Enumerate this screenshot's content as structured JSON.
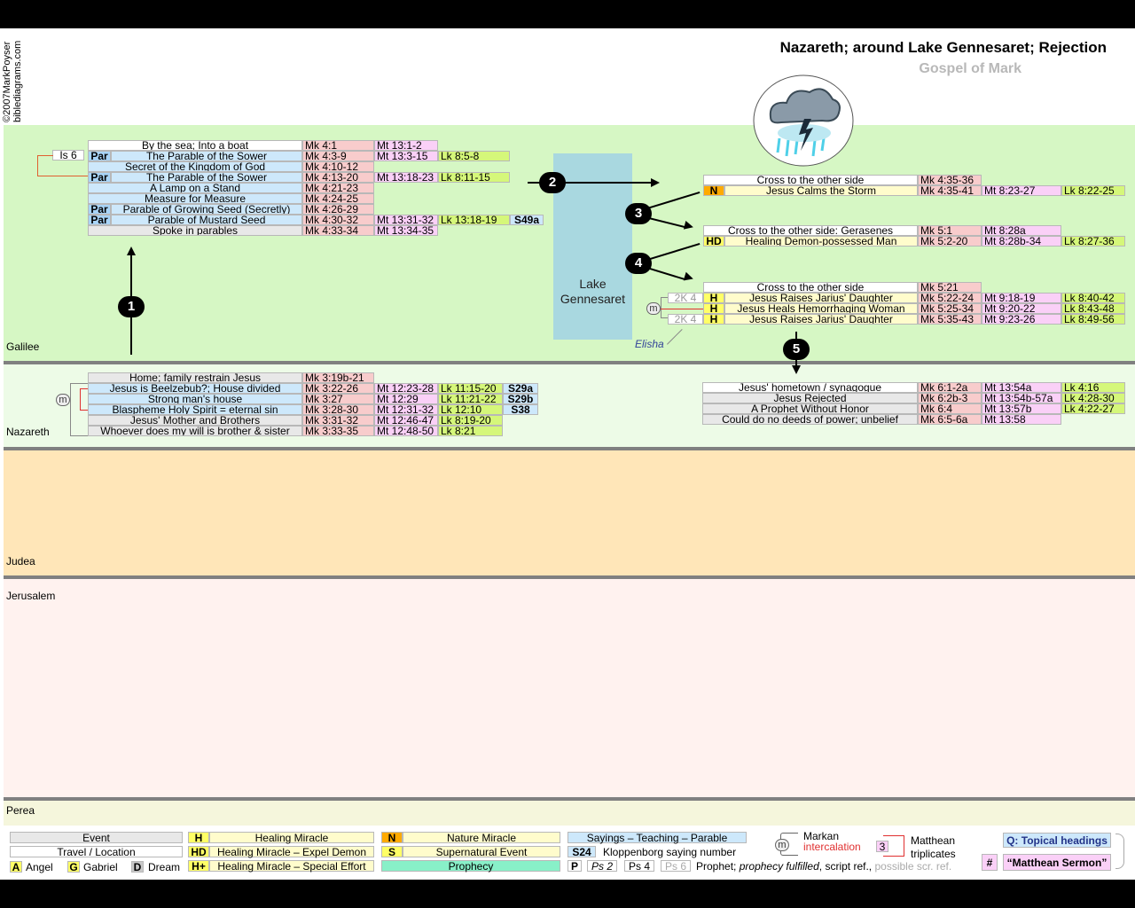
{
  "copyright": "©2007MarkPoyser",
  "site": "biblediagrams.com",
  "title": "Nazareth; around Lake Gennesaret; Rejection",
  "subtitle": "Gospel of Mark",
  "colors": {
    "galilee": "#d6f7c4",
    "nazareth": "#edfbe7",
    "judea": "#ffe6b8",
    "jerusalem": "#fff2ef",
    "perea": "#f5f6dc",
    "mark": "#f8cccc",
    "matt": "#fad0f7",
    "luke": "#d5f77a",
    "saying": "#cde8fb",
    "event": "#ffffff",
    "healing": "#fffccc",
    "badge_yellow": "#ffff66",
    "badge_orange": "#ffaa00",
    "badge_par": "#a8d4f7",
    "grey": "#e8e8e8",
    "lake": "#a9d8e0",
    "prophecy": "#88f0c8"
  },
  "regions": {
    "galilee": "Galilee",
    "nazareth": "Nazareth",
    "judea": "Judea",
    "jerusalem": "Jerusalem",
    "perea": "Perea"
  },
  "lake": {
    "line1": "Lake",
    "line2": "Gennesaret"
  },
  "steps": [
    "1",
    "2",
    "3",
    "4",
    "5"
  ],
  "is6": "Is 6",
  "elisha": "Elisha",
  "m": "m",
  "group_parables": [
    {
      "badge": "",
      "event": "By the sea; Into a boat",
      "mk": "Mk 4:1",
      "mt": "Mt 13:1-2",
      "lk": "",
      "s": ""
    },
    {
      "badge": "Par",
      "event": "The Parable of the Sower",
      "mk": "Mk 4:3-9",
      "mt": "Mt 13:3-15",
      "lk": "Lk 8:5-8",
      "s": ""
    },
    {
      "badge": "",
      "event": "Secret of the Kingdom of God",
      "mk": "Mk 4:10-12",
      "mt": "",
      "lk": "",
      "s": ""
    },
    {
      "badge": "Par",
      "event": "The Parable of the Sower",
      "mk": "Mk 4:13-20",
      "mt": "Mt 13:18-23",
      "lk": "Lk 8:11-15",
      "s": ""
    },
    {
      "badge": "",
      "event": "A Lamp on a Stand",
      "mk": "Mk 4:21-23",
      "mt": "",
      "lk": "",
      "s": ""
    },
    {
      "badge": "",
      "event": "Measure for Measure",
      "mk": "Mk 4:24-25",
      "mt": "",
      "lk": "",
      "s": ""
    },
    {
      "badge": "Par",
      "event": "Parable of Growing Seed (Secretly)",
      "mk": "Mk 4:26-29",
      "mt": "",
      "lk": "",
      "s": ""
    },
    {
      "badge": "Par",
      "event": "Parable of Mustard Seed",
      "mk": "Mk 4:30-32",
      "mt": "Mt 13:31-32",
      "lk": "Lk 13:18-19",
      "s": "S49a"
    },
    {
      "badge": "",
      "event": "Spoke in parables",
      "mk": "Mk 4:33-34",
      "mt": "Mt 13:34-35",
      "lk": "",
      "s": ""
    }
  ],
  "group_storm": [
    {
      "badge": "",
      "event": "Cross to the other side",
      "mk": "Mk 4:35-36",
      "mt": "",
      "lk": ""
    },
    {
      "badge": "N",
      "event": "Jesus Calms the Storm",
      "mk": "Mk 4:35-41",
      "mt": "Mt 8:23-27",
      "lk": "Lk 8:22-25"
    }
  ],
  "group_gerasenes": [
    {
      "badge": "",
      "event": "Cross to the other side: Gerasenes",
      "mk": "Mk 5:1",
      "mt": "Mt 8:28a",
      "lk": ""
    },
    {
      "badge": "HD",
      "event": "Healing Demon-possessed Man",
      "mk": "Mk 5:2-20",
      "mt": "Mt 8:28b-34",
      "lk": "Lk 8:27-36"
    }
  ],
  "group_jairus": [
    {
      "pre": "",
      "badge": "",
      "event": "Cross to the other side",
      "mk": "Mk 5:21",
      "mt": "",
      "lk": ""
    },
    {
      "pre": "2K 4",
      "badge": "H",
      "event": "Jesus Raises Jarius' Daughter",
      "mk": "Mk 5:22-24",
      "mt": "Mt 9:18-19",
      "lk": "Lk 8:40-42"
    },
    {
      "pre": "",
      "badge": "H",
      "event": "Jesus Heals Hemorrhaging Woman",
      "mk": "Mk 5:25-34",
      "mt": "Mt 9:20-22",
      "lk": "Lk 8:43-48"
    },
    {
      "pre": "2K 4",
      "badge": "H",
      "event": "Jesus Raises Jarius' Daughter",
      "mk": "Mk 5:35-43",
      "mt": "Mt 9:23-26",
      "lk": "Lk 8:49-56"
    }
  ],
  "group_hometown": [
    {
      "event": "Jesus' hometown / synagogue",
      "mk": "Mk 6:1-2a",
      "mt": "Mt 13:54a",
      "lk": "Lk 4:16"
    },
    {
      "event": "Jesus Rejected",
      "mk": "Mk 6:2b-3",
      "mt": "Mt 13:54b-57a",
      "lk": "Lk 4:28-30"
    },
    {
      "event": "A Prophet Without Honor",
      "mk": "Mk 6:4",
      "mt": "Mt 13:57b",
      "lk": "Lk 4:22-27"
    },
    {
      "event": "Could do no deeds of power; unbelief",
      "mk": "Mk 6:5-6a",
      "mt": "Mt 13:58",
      "lk": ""
    }
  ],
  "group_nazareth": [
    {
      "event": "Home; family restrain Jesus",
      "mk": "Mk 3:19b-21",
      "mt": "",
      "lk": "",
      "s": ""
    },
    {
      "event": "Jesus is Beelzebub?;  House divided",
      "mk": "Mk 3:22-26",
      "mt": "Mt 12:23-28",
      "lk": "Lk 11:15-20",
      "s": "S29a"
    },
    {
      "event": "Strong man's house",
      "mk": "Mk 3:27",
      "mt": "Mt 12:29",
      "lk": "Lk 11:21-22",
      "s": "S29b"
    },
    {
      "event": "Blaspheme Holy Spirit = eternal sin",
      "mk": "Mk 3:28-30",
      "mt": "Mt 12:31-32",
      "lk": "Lk 12:10",
      "s": "S38"
    },
    {
      "event": "Jesus' Mother and Brothers",
      "mk": "Mk 3:31-32",
      "mt": "Mt 12:46-47",
      "lk": "Lk 8:19-20",
      "s": ""
    },
    {
      "event": "Whoever does my will is brother & sister",
      "mk": "Mk 3:33-35",
      "mt": "Mt 12:48-50",
      "lk": "Lk 8:21",
      "s": ""
    }
  ],
  "legend": {
    "event": "Event",
    "travel": "Travel / Location",
    "angel_b": "A",
    "angel": "Angel",
    "gabriel_b": "G",
    "gabriel": "Gabriel",
    "dream_b": "D",
    "dream": "Dream",
    "h_b": "H",
    "h": "Healing Miracle",
    "hd_b": "HD",
    "hd": "Healing Miracle – Expel Demon",
    "hp_b": "H+",
    "hp": "Healing Miracle – Special Effort",
    "n_b": "N",
    "n": "Nature Miracle",
    "s_b": "S",
    "s": "Supernatural Event",
    "prophecy": "Prophecy",
    "sayings": "Sayings – Teaching – Parable",
    "s24_b": "S24",
    "s24": "Kloppenborg saying number",
    "p_b": "P",
    "ps2": "Ps 2",
    "ps4": "Ps 4",
    "ps6": "Ps 6",
    "prophet": "Prophet;",
    "prophecy_fulfilled": "prophecy fulfilled",
    "script_ref": ", script ref.,",
    "possible_ref": "possible scr. ref.",
    "markan": "Markan",
    "intercalation": "intercalation",
    "three": "3",
    "matthean": "Matthean",
    "triplicates": "triplicates",
    "q_topical": "Q: Topical headings",
    "hash": "#",
    "sermon": "“Matthean Sermon”"
  }
}
